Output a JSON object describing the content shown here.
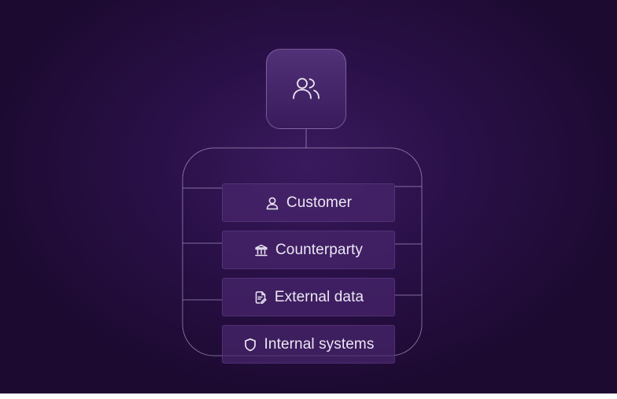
{
  "diagram": {
    "hub": {
      "icon": "users-icon"
    },
    "items": [
      {
        "label": "Customer",
        "icon": "user-icon"
      },
      {
        "label": "Counterparty",
        "icon": "bank-icon"
      },
      {
        "label": "External data",
        "icon": "document-icon"
      },
      {
        "label": "Internal systems",
        "icon": "shield-icon"
      }
    ]
  },
  "colors": {
    "background": "#2a1048",
    "card": "#48266c",
    "line": "#b9a6d2",
    "text": "#ece6f4"
  }
}
